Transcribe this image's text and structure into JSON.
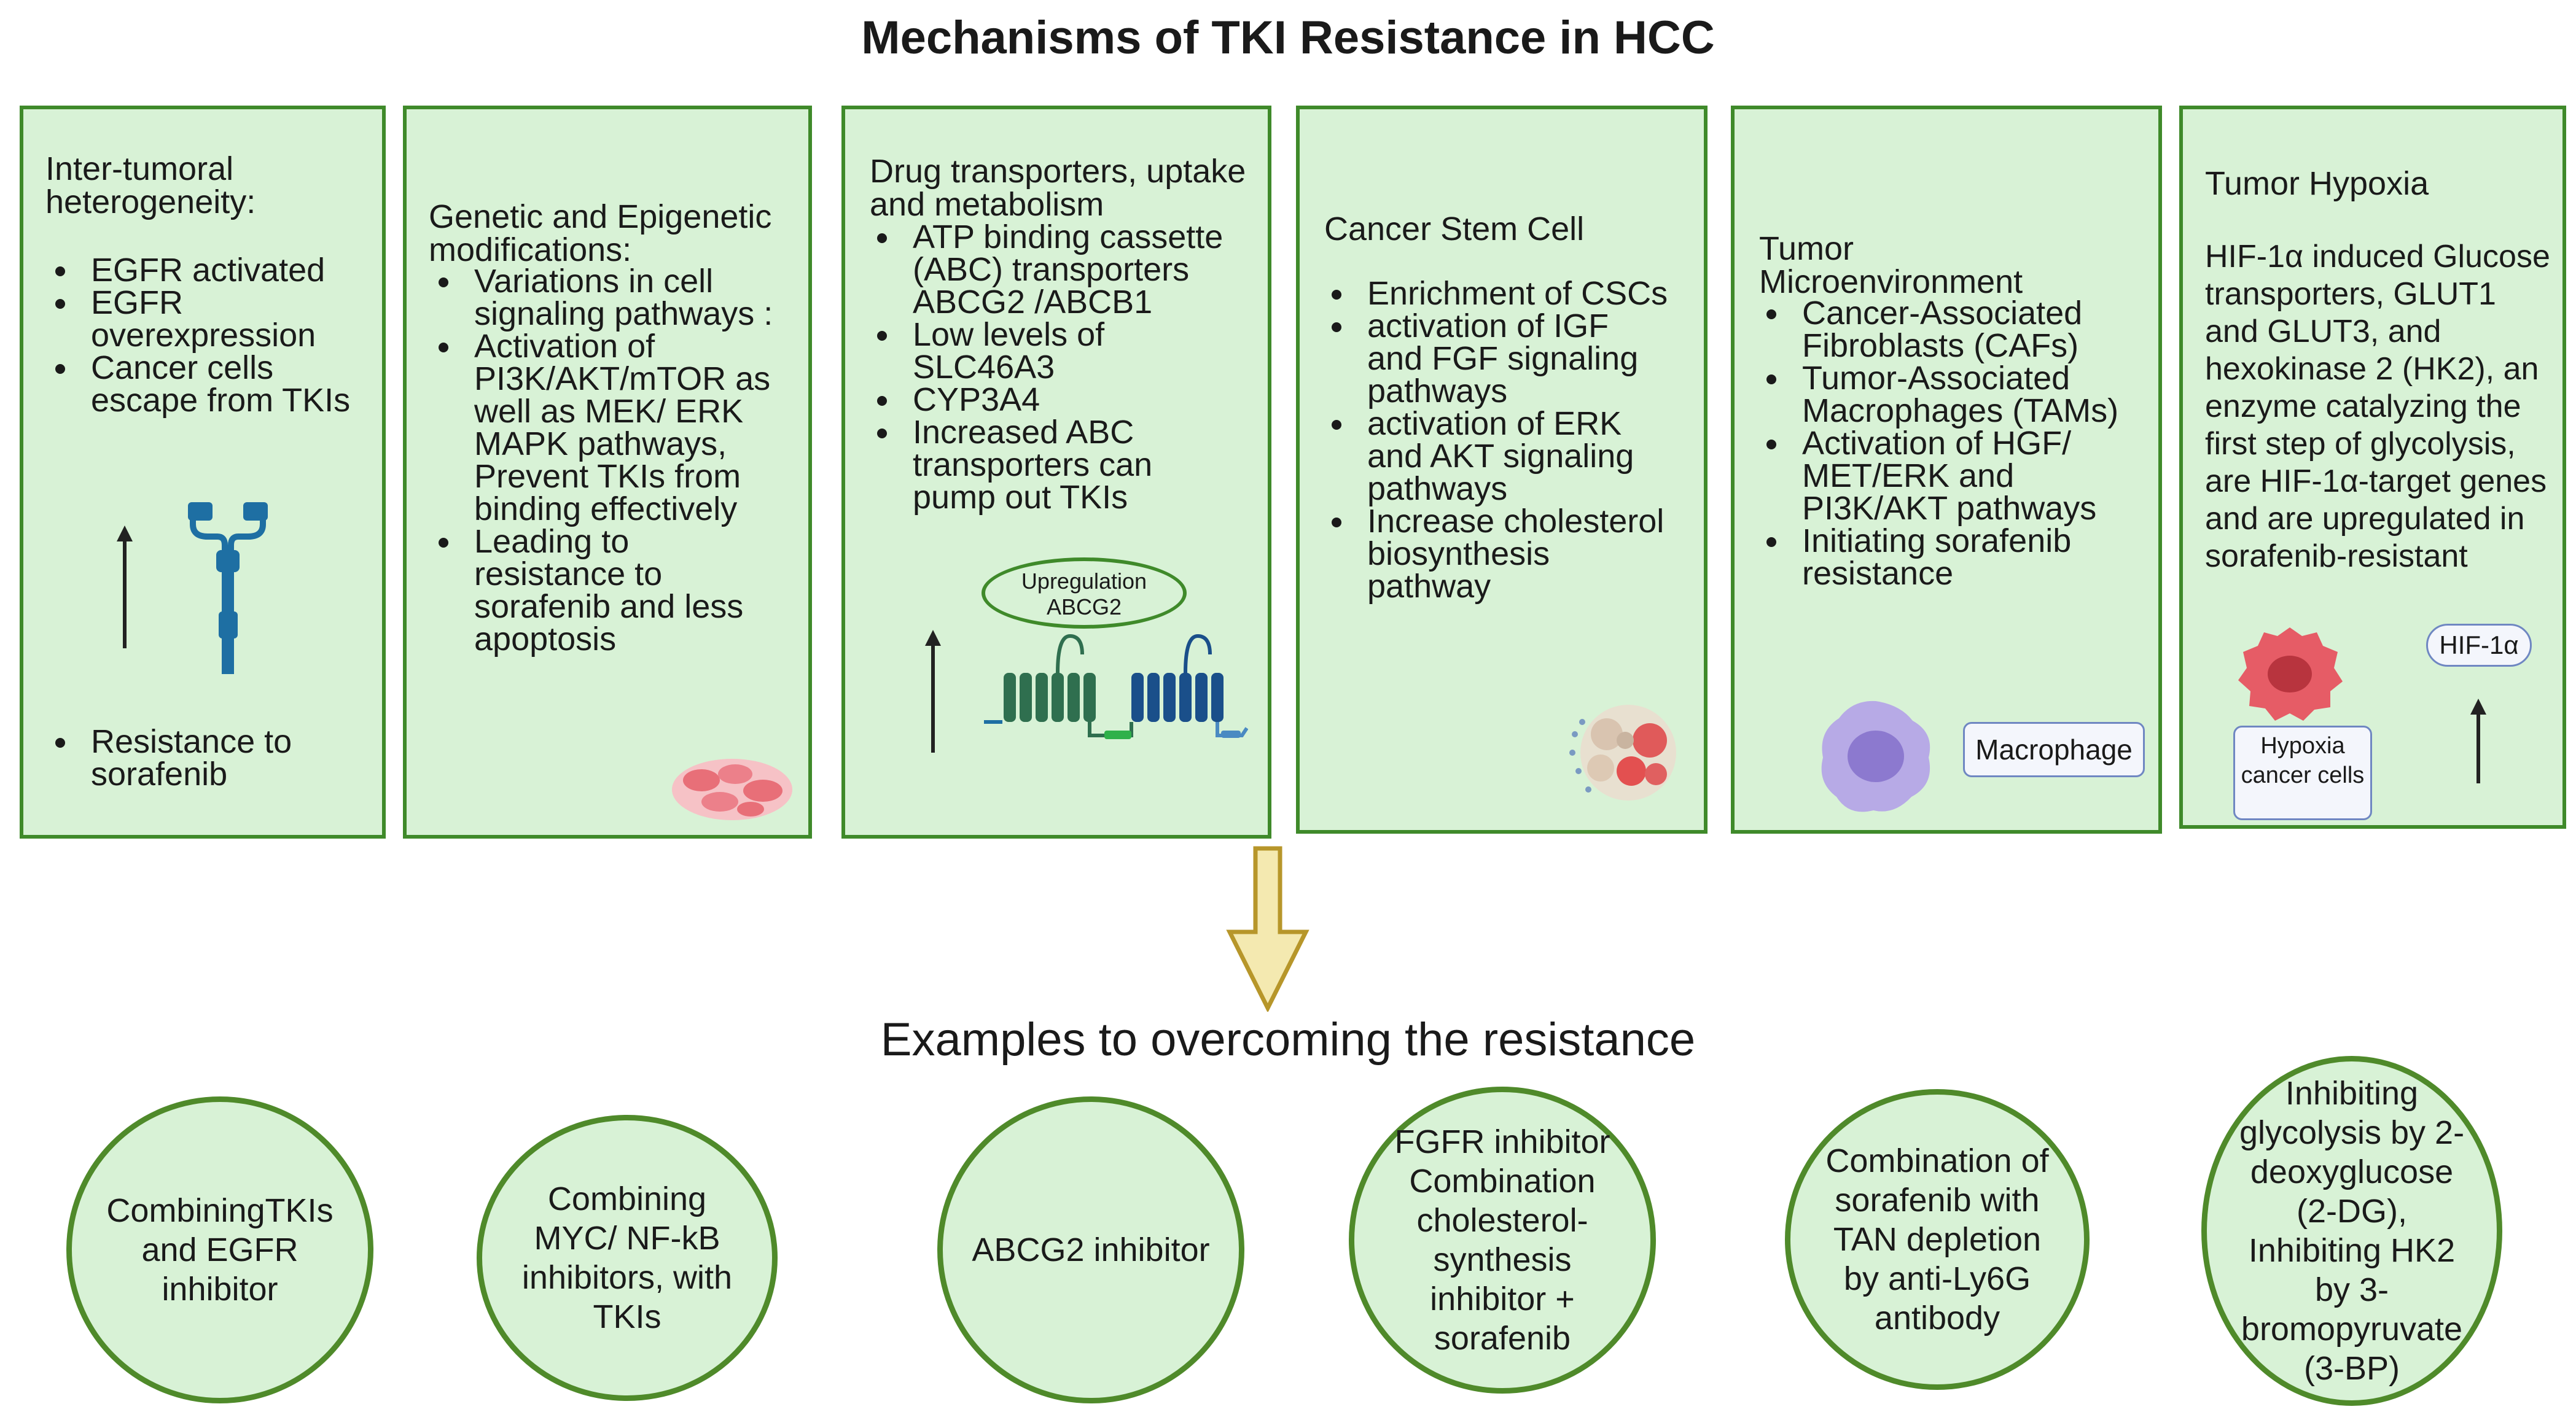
{
  "title": "Mechanisms of TKI Resistance in HCC",
  "boxes": [
    {
      "title": "Inter-tumoral heterogeneity:",
      "items": [
        "EGFR activated",
        "EGFR overexpression",
        "Cancer cells escape from TKIs"
      ],
      "items2": [
        "Resistance to sorafenib"
      ]
    },
    {
      "title": "Genetic and Epigenetic modifications:",
      "items": [
        "Variations in cell signaling pathways :",
        "Activation of PI3K/AKT/mTOR as well as MEK/ ERK MAPK pathways, Prevent TKIs from binding effectively",
        "Leading to resistance  to sorafenib and less apoptosis"
      ]
    },
    {
      "title": "Drug transporters, uptake and metabolism",
      "items": [
        "ATP binding cassette (ABC) transporters ABCG2 /ABCB1",
        "Low levels of SLC46A3",
        "CYP3A4",
        "Increased ABC transporters can pump out TKIs"
      ],
      "tag": "Upregulation ABCG2"
    },
    {
      "title": "Cancer Stem Cell",
      "items": [
        "Enrichment of CSCs",
        "activation of IGF and FGF signaling pathways",
        "activation of ERK and AKT signaling pathways",
        "Increase cholesterol biosynthesis pathway"
      ]
    },
    {
      "title": "Tumor Microenvironment",
      "items": [
        "Cancer-Associated Fibroblasts (CAFs)",
        "Tumor-Associated Macrophages (TAMs)",
        "Activation of  HGF/ MET/ERK and PI3K/AKT pathways",
        "Initiating sorafenib resistance"
      ],
      "tag": "Macrophage"
    },
    {
      "title": "Tumor Hypoxia",
      "text": "HIF-1α induced Glucose transporters, GLUT1 and GLUT3, and hexokinase 2 (HK2), an enzyme catalyzing the first step of glycolysis, are HIF-1α-target genes and are upregulated in sorafenib-resistant",
      "tag": "Hypoxia cancer cells",
      "tag2": "HIF-1α"
    }
  ],
  "subtitle": "Examples to overcoming the resistance",
  "examples": [
    "CombiningTKIs and EGFR inhibitor",
    "Combining MYC/ NF-kB inhibitors, with TKIs",
    "ABCG2 inhibitor",
    "FGFR  inhibitor Combination cholesterol-synthesis inhibitor + sorafenib",
    "Combination of sorafenib with TAN depletion by anti-Ly6G antibody",
    "Inhibiting glycolysis by 2-deoxyglucose (2-DG), Inhibiting HK2 by 3-bromopyruvate (3-BP)"
  ],
  "colors": {
    "box_fill": "#d8f2d6",
    "box_border": "#3f8a2a",
    "circle_border": "#4f8a2a",
    "receptor": "#1e6fa3",
    "arrow_fill": "#f4e9b0"
  }
}
